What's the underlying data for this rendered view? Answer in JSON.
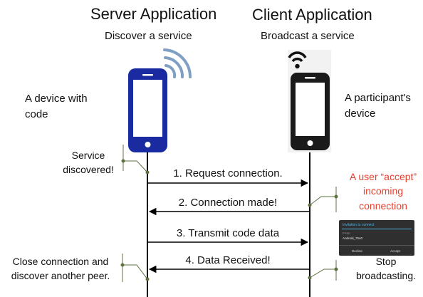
{
  "server": {
    "title": "Server Application",
    "subtitle": "Discover a service",
    "device_label_line1": "A device with",
    "device_label_line2": "code"
  },
  "client": {
    "title": "Client Application",
    "subtitle": "Broadcast a service",
    "device_label_line1": "A participant's",
    "device_label_line2": "device"
  },
  "notes": {
    "service_discovered_1": "Service",
    "service_discovered_2": "discovered!",
    "user_accept_1": "A user “accept”",
    "user_accept_2": "incoming",
    "user_accept_3": "connection",
    "close_1": "Close connection and",
    "close_2": "discover another peer.",
    "stop_1": "Stop",
    "stop_2": "broadcasting."
  },
  "messages": [
    {
      "label": "1. Request connection.",
      "direction": "right"
    },
    {
      "label": "2. Connection made!",
      "direction": "left"
    },
    {
      "label": "3. Transmit code data",
      "direction": "right"
    },
    {
      "label": "4. Data Received!",
      "direction": "left"
    }
  ],
  "dialog": {
    "title": "Invitation to connect",
    "from_label": "From",
    "from_value": "Android_7540",
    "decline": "Decline",
    "accept": "Accept"
  },
  "colors": {
    "server_phone": "#1a2aa0",
    "client_phone": "#1a1a1a",
    "wave": "#7fa0c4",
    "highlight": "#e8402f",
    "note_marker": "#5c7040"
  },
  "icons": {
    "server_device": "smartphone-icon",
    "client_device": "smartphone-icon",
    "wifi_waves": "signal-waves-icon",
    "broadcast": "wifi-icon"
  }
}
